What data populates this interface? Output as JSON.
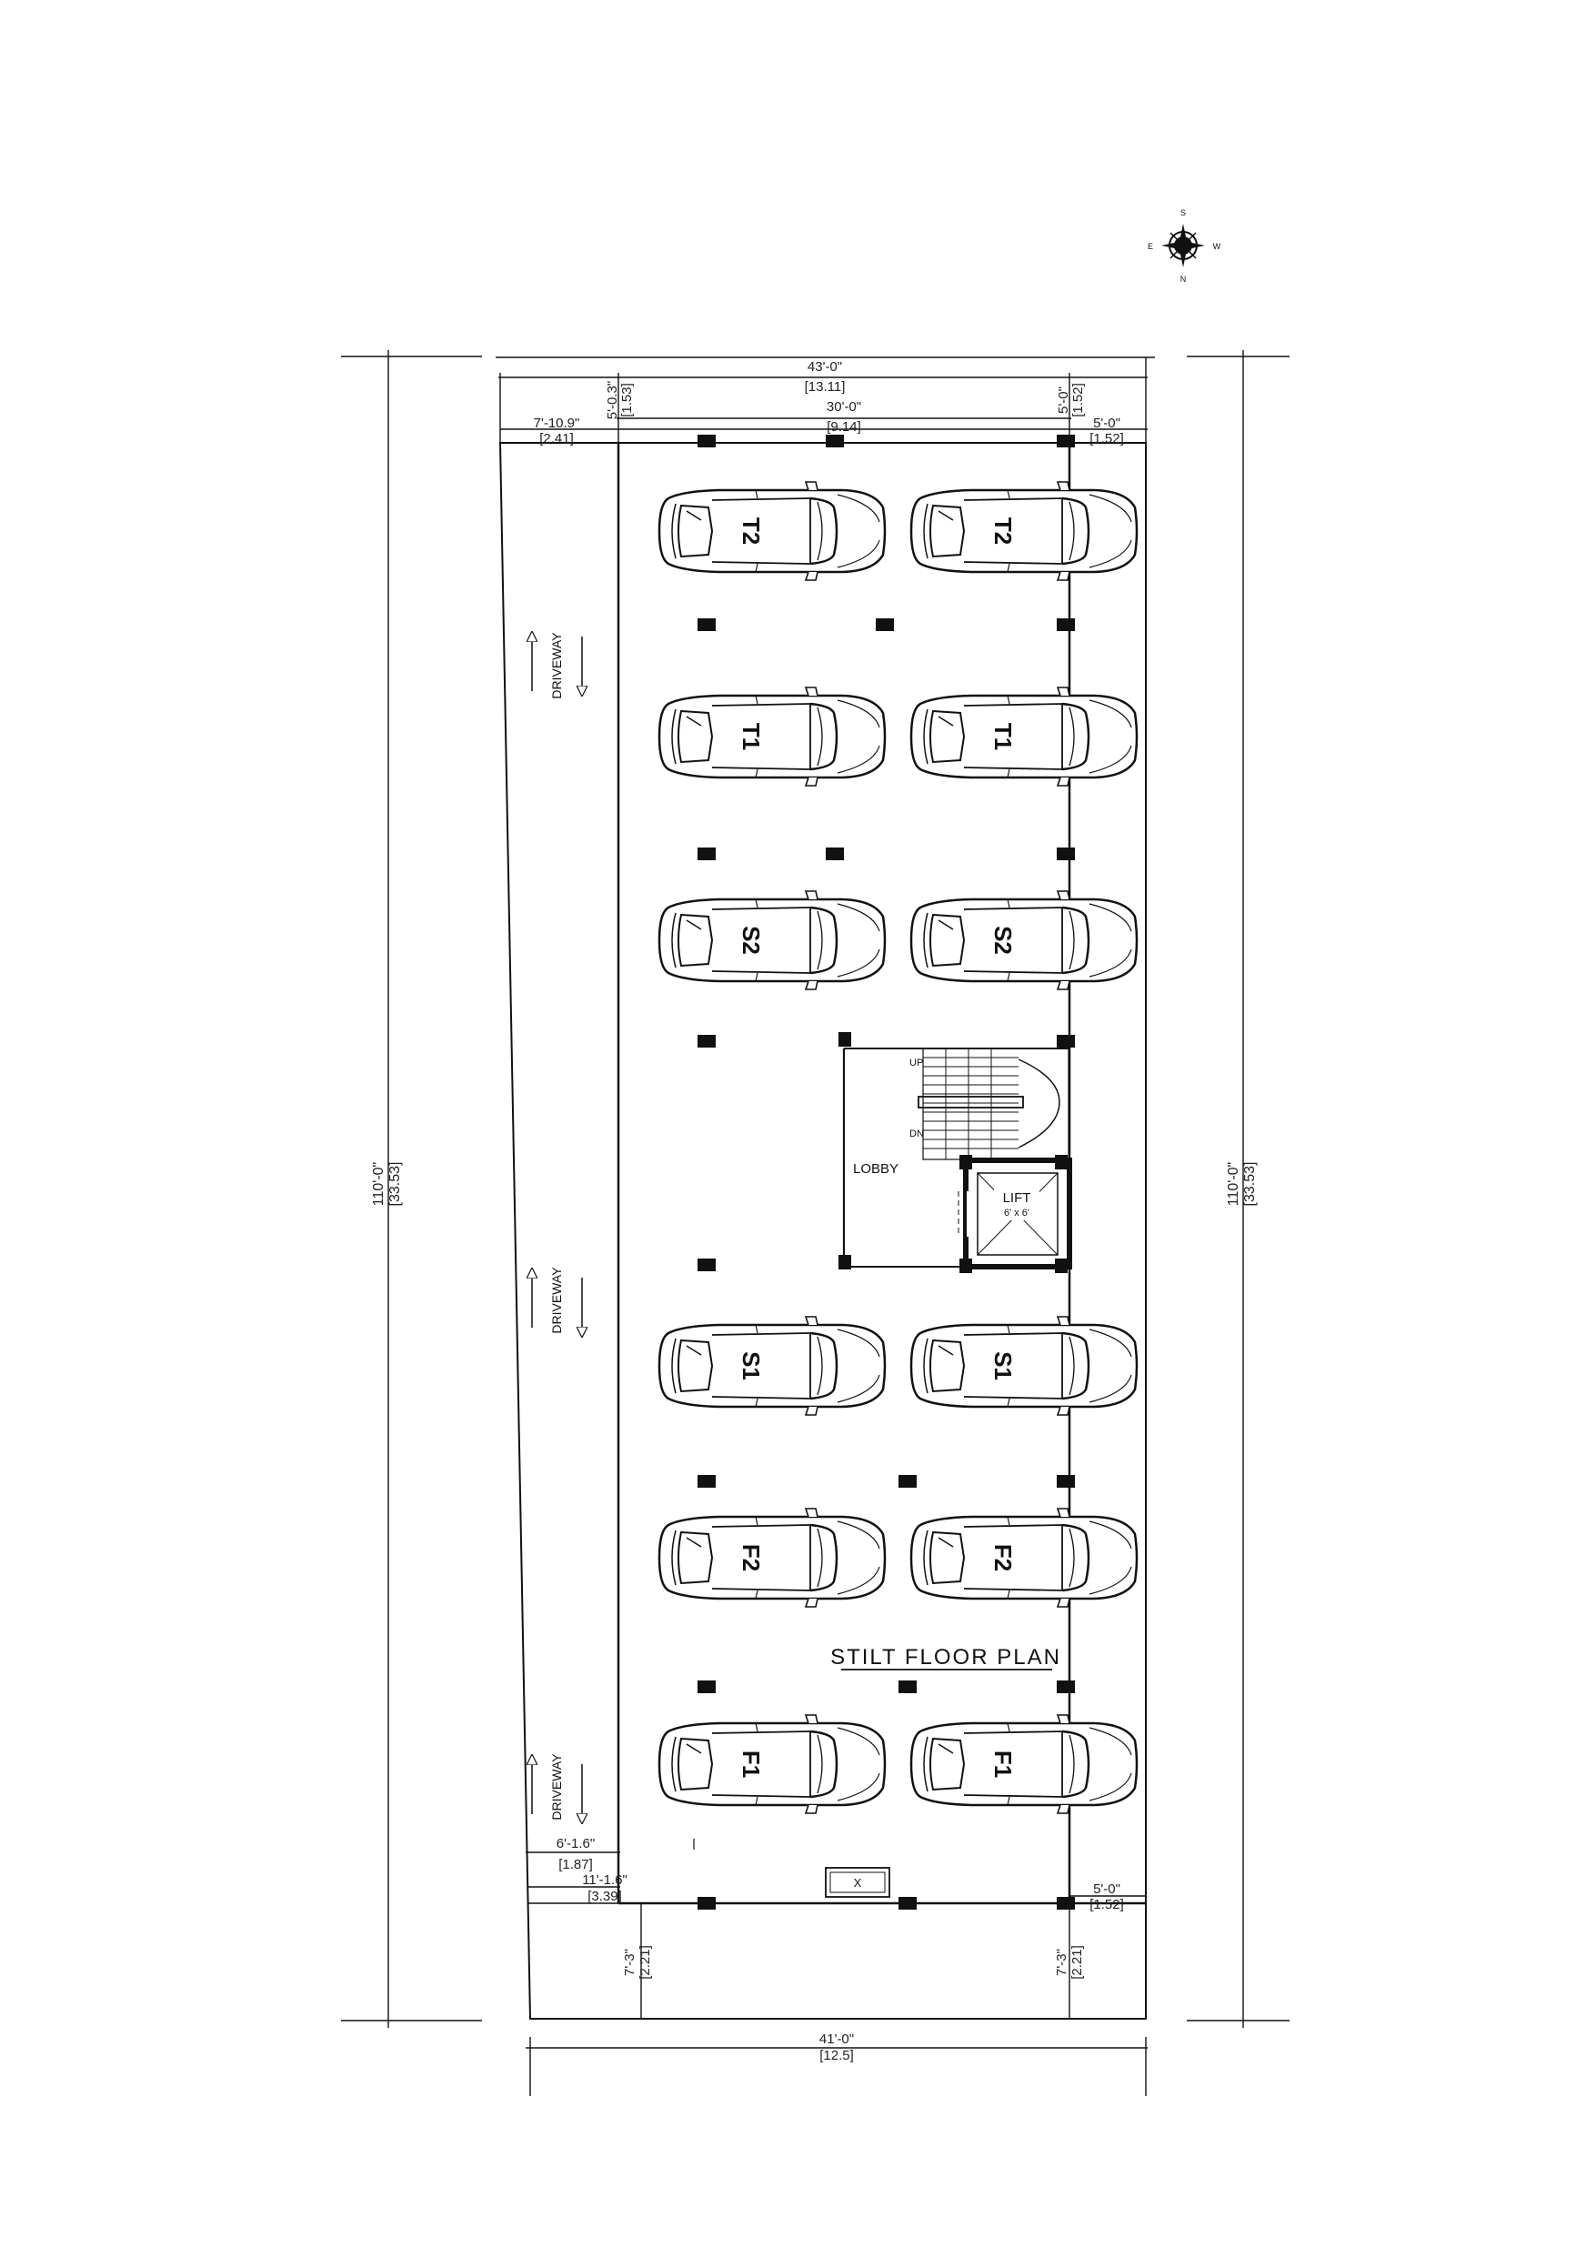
{
  "title": "STILT FLOOR PLAN",
  "compass": {
    "n": "N",
    "s": "S",
    "e": "E",
    "w": "W"
  },
  "dims": {
    "overall_top": "43'-0\"",
    "overall_top_m": "[13.11]",
    "inner_top": "30'-0\"",
    "inner_top_m": "[9.14]",
    "left_top_setback": "5'-0.3\"",
    "left_top_setback_m": "[1.53]",
    "right_top_setback": "5'-0\"",
    "right_top_setback_m": "[1.52]",
    "driveway_width": "7'-10.9\"",
    "driveway_width_m": "[2.41]",
    "right_side": "5'-0\"",
    "right_side_m": "[1.52]",
    "left_height": "110'-0\"",
    "left_height_m": "[33.53]",
    "right_height": "110'-0\"",
    "right_height_m": "[33.53]",
    "bottom_left_1": "6'-1.6\"",
    "bottom_left_1_m": "[1.87]",
    "bottom_left_2": "11'-1.6\"",
    "bottom_left_2_m": "[3.39]",
    "bottom_right_side": "5'-0\"",
    "bottom_right_side_m": "[1.52]",
    "front_left": "7'-3\"",
    "front_left_m": "[2.21]",
    "front_right": "7'-3\"",
    "front_right_m": "[2.21]",
    "overall_bottom": "41'-0\"",
    "overall_bottom_m": "[12.5]"
  },
  "labels": {
    "driveway": "DRIVEWAY",
    "lobby": "LOBBY",
    "lift": "LIFT",
    "lift_size": "6' x 6'",
    "up": "UP",
    "dn": "DN",
    "duct": "X"
  },
  "parking": [
    {
      "left": "T2",
      "right": "T2"
    },
    {
      "left": "T1",
      "right": "T1"
    },
    {
      "left": "S2",
      "right": "S2"
    },
    {
      "left": "S1",
      "right": "S1"
    },
    {
      "left": "F2",
      "right": "F2"
    },
    {
      "left": "F1",
      "right": "F1"
    }
  ]
}
